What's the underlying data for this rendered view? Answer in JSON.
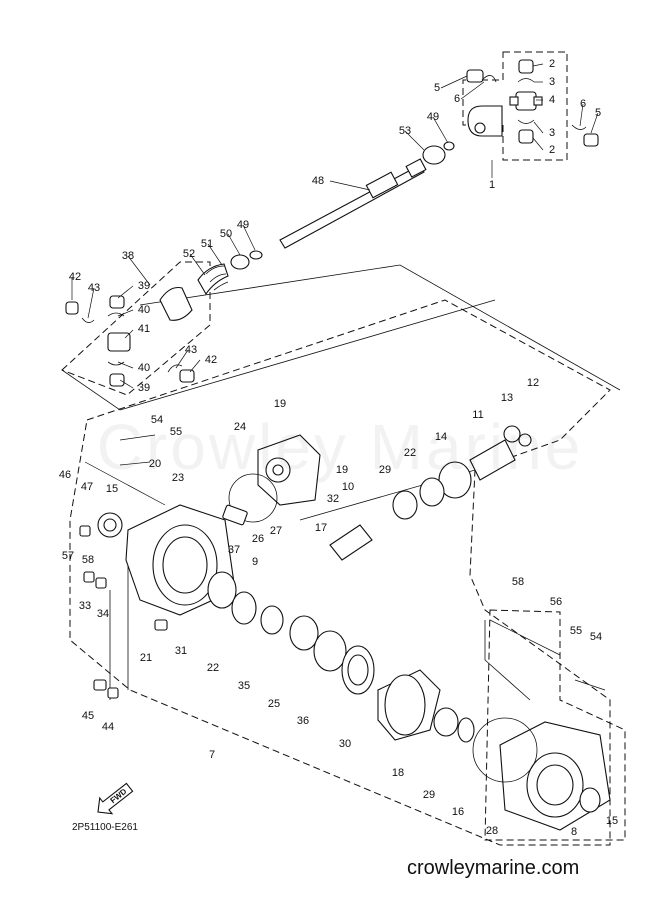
{
  "diagram": {
    "code": "2P51100-E261",
    "watermark": "Crowley Marine",
    "footer": "crowleymarine.com",
    "fwd_label": "FWD",
    "callouts": [
      {
        "id": "c1",
        "text": "1"
      },
      {
        "id": "c2a",
        "text": "2"
      },
      {
        "id": "c2b",
        "text": "2"
      },
      {
        "id": "c3a",
        "text": "3"
      },
      {
        "id": "c3b",
        "text": "3"
      },
      {
        "id": "c4",
        "text": "4"
      },
      {
        "id": "c5a",
        "text": "5"
      },
      {
        "id": "c5b",
        "text": "5"
      },
      {
        "id": "c6a",
        "text": "6"
      },
      {
        "id": "c6b",
        "text": "6"
      },
      {
        "id": "c7",
        "text": "7"
      },
      {
        "id": "c8",
        "text": "8"
      },
      {
        "id": "c9",
        "text": "9"
      },
      {
        "id": "c10",
        "text": "10"
      },
      {
        "id": "c11",
        "text": "11"
      },
      {
        "id": "c12",
        "text": "12"
      },
      {
        "id": "c13",
        "text": "13"
      },
      {
        "id": "c14",
        "text": "14"
      },
      {
        "id": "c15a",
        "text": "15"
      },
      {
        "id": "c15b",
        "text": "15"
      },
      {
        "id": "c16",
        "text": "16"
      },
      {
        "id": "c17",
        "text": "17"
      },
      {
        "id": "c18",
        "text": "18"
      },
      {
        "id": "c19a",
        "text": "19"
      },
      {
        "id": "c19b",
        "text": "19"
      },
      {
        "id": "c20",
        "text": "20"
      },
      {
        "id": "c21",
        "text": "21"
      },
      {
        "id": "c22a",
        "text": "22"
      },
      {
        "id": "c22b",
        "text": "22"
      },
      {
        "id": "c23",
        "text": "23"
      },
      {
        "id": "c24",
        "text": "24"
      },
      {
        "id": "c25",
        "text": "25"
      },
      {
        "id": "c26",
        "text": "26"
      },
      {
        "id": "c27",
        "text": "27"
      },
      {
        "id": "c28",
        "text": "28"
      },
      {
        "id": "c29a",
        "text": "29"
      },
      {
        "id": "c29b",
        "text": "29"
      },
      {
        "id": "c30",
        "text": "30"
      },
      {
        "id": "c31",
        "text": "31"
      },
      {
        "id": "c32",
        "text": "32"
      },
      {
        "id": "c33",
        "text": "33"
      },
      {
        "id": "c34",
        "text": "34"
      },
      {
        "id": "c35",
        "text": "35"
      },
      {
        "id": "c36",
        "text": "36"
      },
      {
        "id": "c37",
        "text": "37"
      },
      {
        "id": "c38",
        "text": "38"
      },
      {
        "id": "c39a",
        "text": "39"
      },
      {
        "id": "c39b",
        "text": "39"
      },
      {
        "id": "c40a",
        "text": "40"
      },
      {
        "id": "c40b",
        "text": "40"
      },
      {
        "id": "c41",
        "text": "41"
      },
      {
        "id": "c42a",
        "text": "42"
      },
      {
        "id": "c42b",
        "text": "42"
      },
      {
        "id": "c43a",
        "text": "43"
      },
      {
        "id": "c43b",
        "text": "43"
      },
      {
        "id": "c44",
        "text": "44"
      },
      {
        "id": "c45",
        "text": "45"
      },
      {
        "id": "c46",
        "text": "46"
      },
      {
        "id": "c47",
        "text": "47"
      },
      {
        "id": "c48",
        "text": "48"
      },
      {
        "id": "c49a",
        "text": "49"
      },
      {
        "id": "c49b",
        "text": "49"
      },
      {
        "id": "c50",
        "text": "50"
      },
      {
        "id": "c51",
        "text": "51"
      },
      {
        "id": "c52",
        "text": "52"
      },
      {
        "id": "c53",
        "text": "53"
      },
      {
        "id": "c54a",
        "text": "54"
      },
      {
        "id": "c54b",
        "text": "54"
      },
      {
        "id": "c55a",
        "text": "55"
      },
      {
        "id": "c55b",
        "text": "55"
      },
      {
        "id": "c56",
        "text": "56"
      },
      {
        "id": "c57",
        "text": "57"
      },
      {
        "id": "c58a",
        "text": "58"
      },
      {
        "id": "c58b",
        "text": "58"
      }
    ]
  }
}
